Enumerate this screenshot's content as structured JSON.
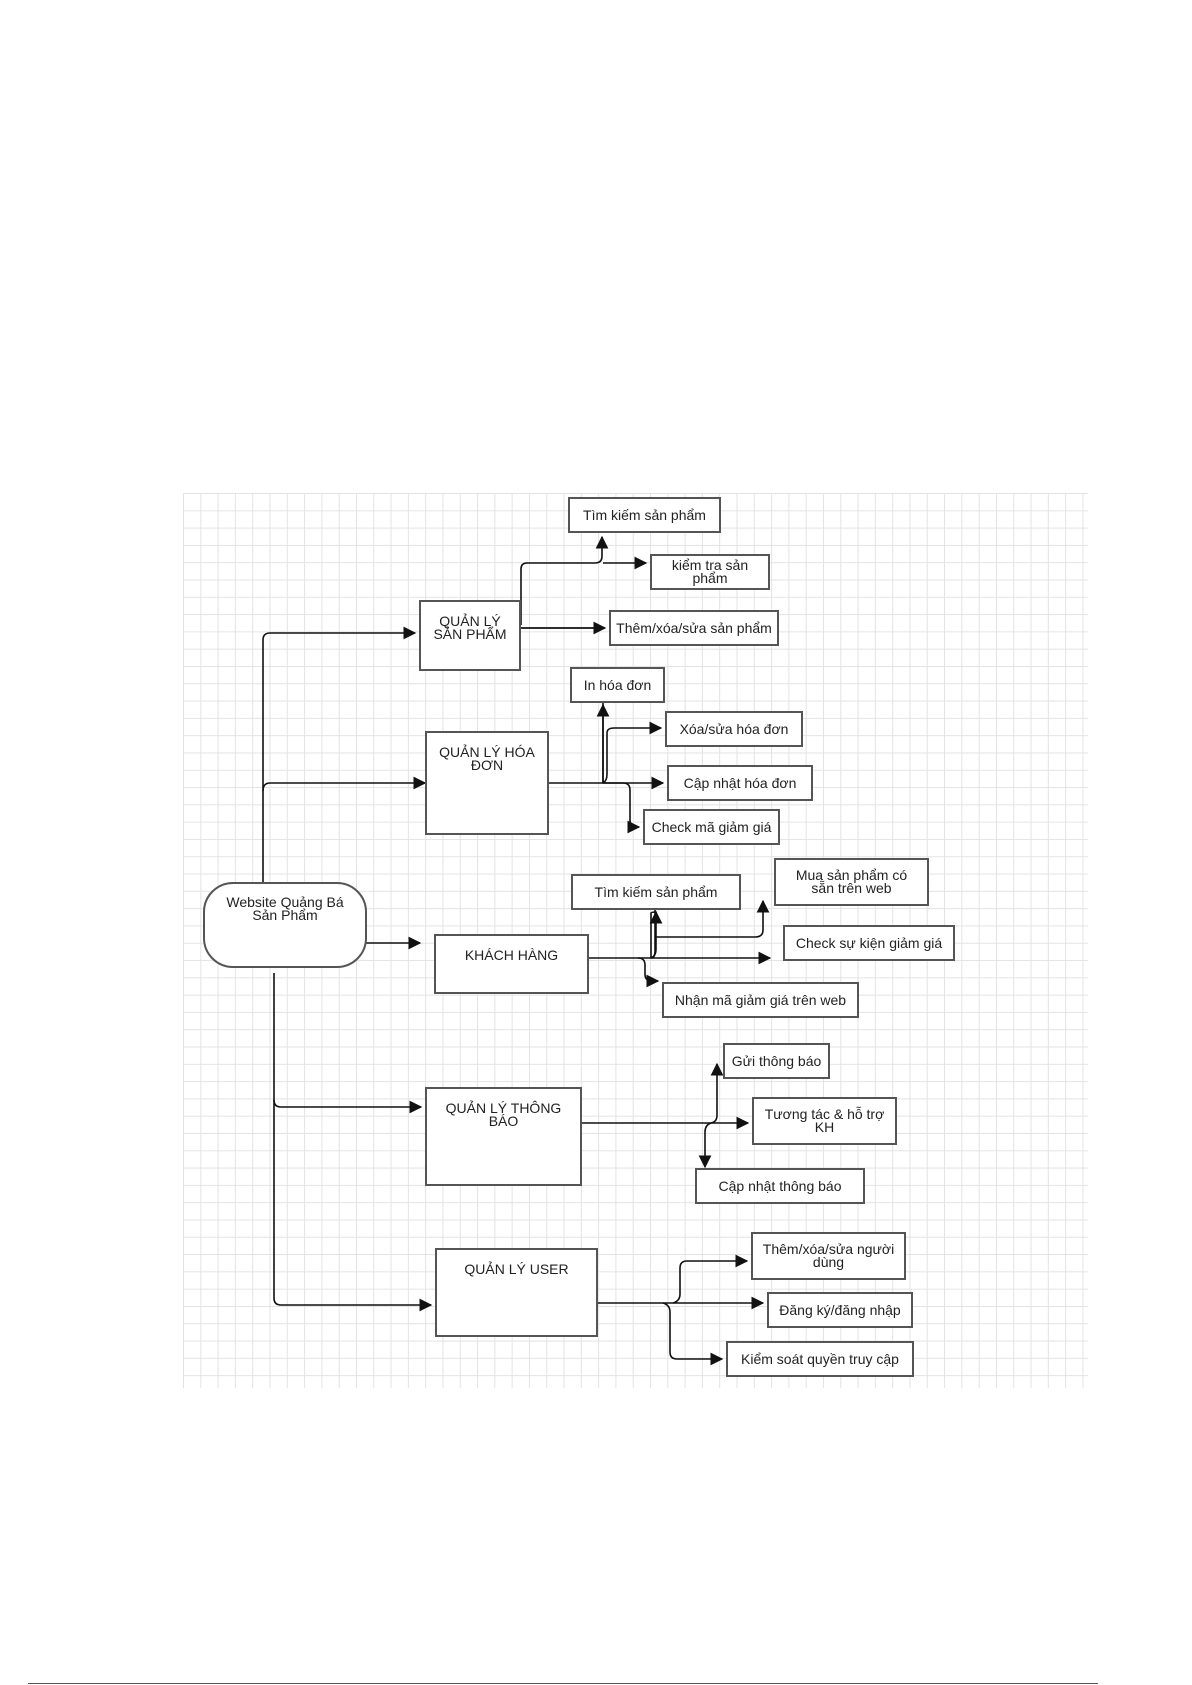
{
  "diagram": {
    "root": {
      "label": "Website Quảng Bá\nSản Phẩm"
    },
    "modules": [
      {
        "id": "sanpham",
        "label": "QUẢN LÝ\nSẢN PHẨM",
        "children": [
          "Tìm kiếm sản phẩm",
          "kiểm tra sản phẩm",
          "Thêm/xóa/sửa sản phẩm"
        ]
      },
      {
        "id": "hoadon",
        "label": "QUẢN LÝ HÓA\nĐƠN",
        "children": [
          "In hóa đơn",
          "Xóa/sửa hóa đơn",
          "Cập nhật hóa đơn",
          "Check mã giảm giá"
        ]
      },
      {
        "id": "khachhang",
        "label": "KHÁCH HÀNG",
        "children": [
          "Tìm kiếm sản phẩm",
          "Mua sản phẩm có\nsẵn trên web",
          "Check sự kiện giảm giá",
          "Nhận mã giảm giá trên web"
        ]
      },
      {
        "id": "thongbao",
        "label": "QUẢN LÝ THÔNG\nBÁO",
        "children": [
          "Gửi thông báo",
          "Tương tác & hỗ trợ\nKH",
          "Cập nhật thông báo"
        ]
      },
      {
        "id": "user",
        "label": "QUẢN LÝ USER",
        "children": [
          "Thêm/xóa/sửa người\ndùng",
          "Đăng ký/đăng nhập",
          "Kiểm soát quyền truy cập"
        ]
      }
    ]
  },
  "colors": {
    "stroke": "#555555",
    "arrow": "#111111",
    "grid": "#e3e3e3",
    "text": "#222222"
  }
}
